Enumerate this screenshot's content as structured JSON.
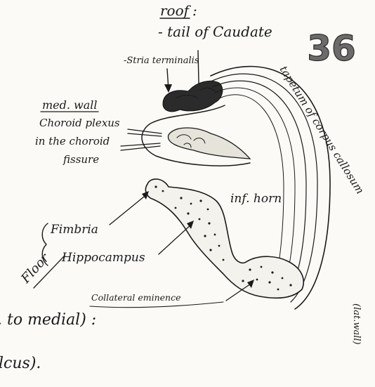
{
  "page_number": "36",
  "roof": {
    "heading": "roof",
    "colon": ":",
    "item1": "- tail of Caudate",
    "item2": "-Stria terminalis"
  },
  "medial_wall": {
    "heading": "med. wall",
    "line1": "Choroid plexus",
    "line2": "in the choroid",
    "line3": "fissure"
  },
  "tapetum": {
    "label": "tapetum of corpus callosum",
    "lateral": "(lat.wall)"
  },
  "inf_horn": "inf. horn",
  "floor": {
    "heading": "Floor",
    "item1": "Fimbria",
    "item2": "Hippocampus",
    "item3": "Collateral eminence"
  },
  "fragments": {
    "line1": ". to medial) :",
    "line2": "lcus)."
  }
}
